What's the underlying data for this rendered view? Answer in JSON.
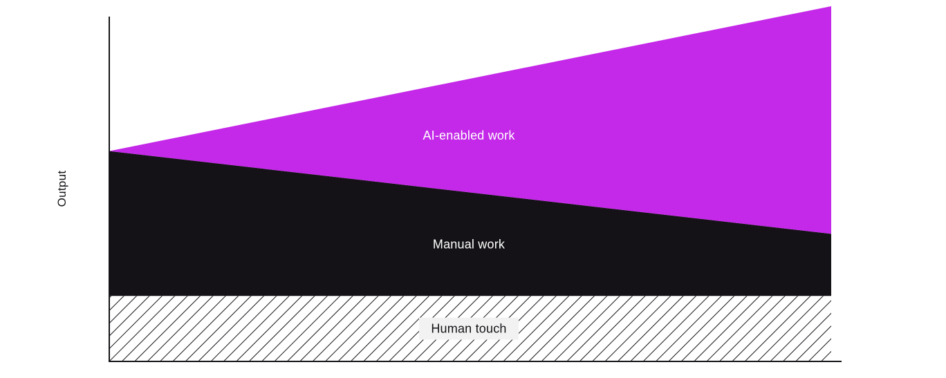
{
  "chart_data": {
    "type": "area",
    "stacked": true,
    "ylabel": "Output",
    "xlabel": "",
    "x": [
      0,
      1
    ],
    "ylim": [
      0,
      10
    ],
    "grid": false,
    "legend": "inline labels",
    "series": [
      {
        "name": "Human touch",
        "values": [
          1.9,
          1.9
        ],
        "color": "#ffffff",
        "pattern": "diagonal-hatch",
        "label_bg": "#f2f2f2"
      },
      {
        "name": "Manual work",
        "values": [
          4.2,
          1.8
        ],
        "color": "#141216"
      },
      {
        "name": "AI-enabled work",
        "values": [
          0.0,
          6.6
        ],
        "color": "#c428e8"
      }
    ]
  }
}
